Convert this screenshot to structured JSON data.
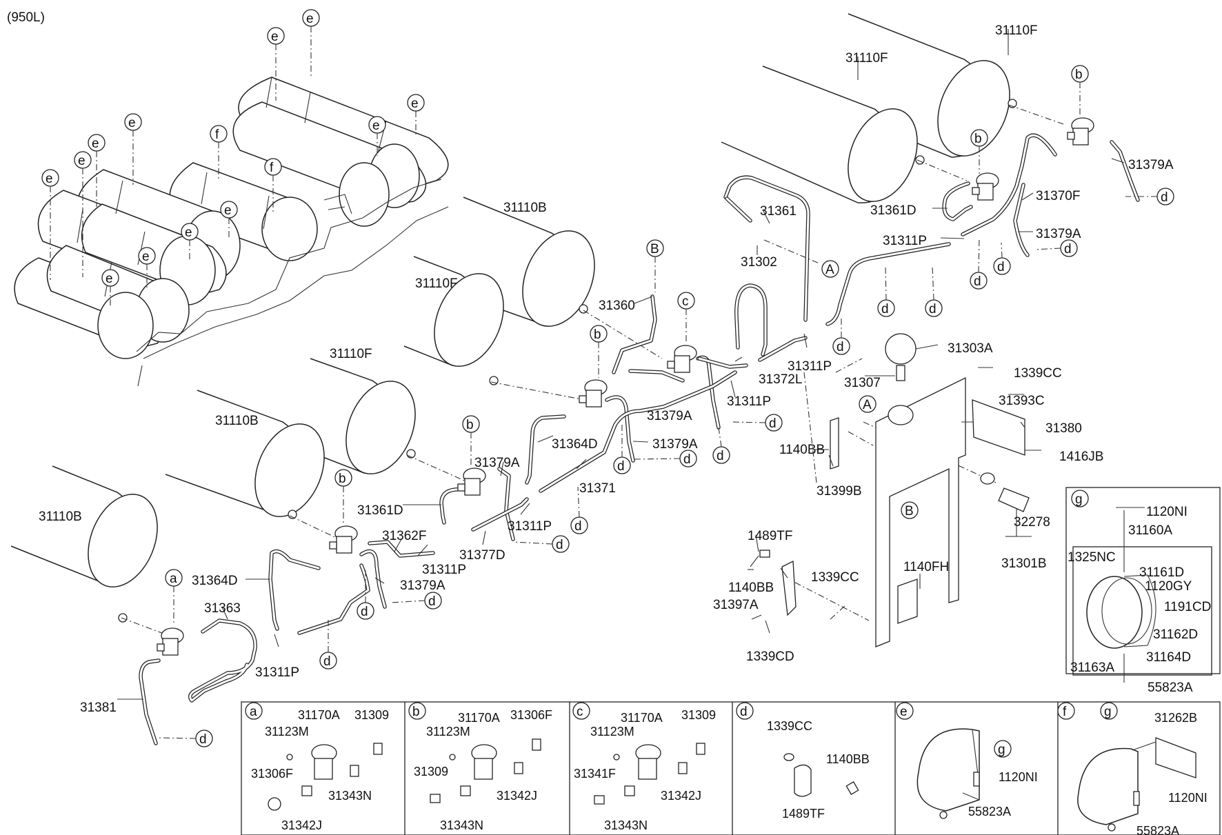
{
  "variant_label": "(950L)",
  "parts": {
    "tank_upper_right_1": "31110F",
    "tank_upper_right_2": "31110F",
    "tank_center_top": "31110B",
    "tank_center_mid": "31110F",
    "tank_center_left": "31110F",
    "tank_left_mid": "31110B",
    "tank_left_bottom": "31110B",
    "hose_31379A_top": "31379A",
    "hose_31370F": "31370F",
    "hose_31379A_right": "31379A",
    "hose_31361D_right": "31361D",
    "fitting_31311P_right": "31311P",
    "pipe_31361": "31361",
    "fitting_31302": "31302",
    "fitting_31311P_mid": "31311P",
    "pipe_31372L": "31372L",
    "fitting_31311P_mid2": "31311P",
    "hose_31379A_mid": "31379A",
    "hose_31360": "31360",
    "hose_31364D_mid": "31364D",
    "hose_31379A_mid2": "31379A",
    "pipe_31371": "31371",
    "hose_31379A_c": "31379A",
    "hose_31361D_left": "31361D",
    "fitting_31311P_left": "31311P",
    "pipe_31377D": "31377D",
    "hose_31362F": "31362F",
    "fitting_31311P_left2": "31311P",
    "hose_31364D_left": "31364D",
    "hose_31379A_left": "31379A",
    "hose_31363": "31363",
    "fitting_31311P_bottom": "31311P",
    "hose_31381": "31381",
    "gauge_31303A": "31303A",
    "fitting_31307": "31307",
    "nut_1339CC_top": "1339CC",
    "bracket_31393C": "31393C",
    "plate_31380": "31380",
    "screw_1416JB": "1416JB",
    "bolt_1140BB_top": "1140BB",
    "bracket_31399B": "31399B",
    "cap_32278": "32278",
    "valve_31301B": "31301B",
    "clip_1489TF": "1489TF",
    "bolt_1140BB_mid": "1140BB",
    "bracket_31397A": "31397A",
    "nut_1339CC_mid": "1339CC",
    "nut_1339CD": "1339CD",
    "bolt_1140FH": "1140FH"
  },
  "ref_letters": {
    "a": "a",
    "b": "b",
    "c": "c",
    "d": "d",
    "e": "e",
    "f": "f",
    "g": "g",
    "A": "A",
    "B": "B"
  },
  "detail_g": {
    "letter": "g",
    "bolt_top": "1120NI",
    "assembly": "31160A",
    "nut_1325NC": "1325NC",
    "part_31161D": "31161D",
    "part_1120GY": "1120GY",
    "part_1191CD": "1191CD",
    "part_31162D": "31162D",
    "part_31164D": "31164D",
    "part_31163A": "31163A",
    "nut_bottom": "55823A"
  },
  "detail_a": {
    "letter": "a",
    "p1": "31170A",
    "p2": "31309",
    "p3": "31123M",
    "p4": "31306F",
    "p5": "31343N",
    "p6": "31342J"
  },
  "detail_b": {
    "letter": "b",
    "p1": "31170A",
    "p2": "31306F",
    "p3": "31123M",
    "p4": "31309",
    "p5": "31342J",
    "p6": "31343N"
  },
  "detail_c": {
    "letter": "c",
    "p1": "31170A",
    "p2": "31309",
    "p3": "31123M",
    "p4": "31341F",
    "p5": "31342J",
    "p6": "31343N"
  },
  "detail_d": {
    "letter": "d",
    "p1": "1339CC",
    "p2": "1140BB",
    "p3": "1489TF"
  },
  "detail_e": {
    "letter": "e",
    "p1": "g",
    "p2": "1120NI",
    "p3": "55823A"
  },
  "detail_f": {
    "letter": "f",
    "p1": "g",
    "p2": "31262B",
    "p3": "1120NI",
    "p4": "55823A"
  }
}
